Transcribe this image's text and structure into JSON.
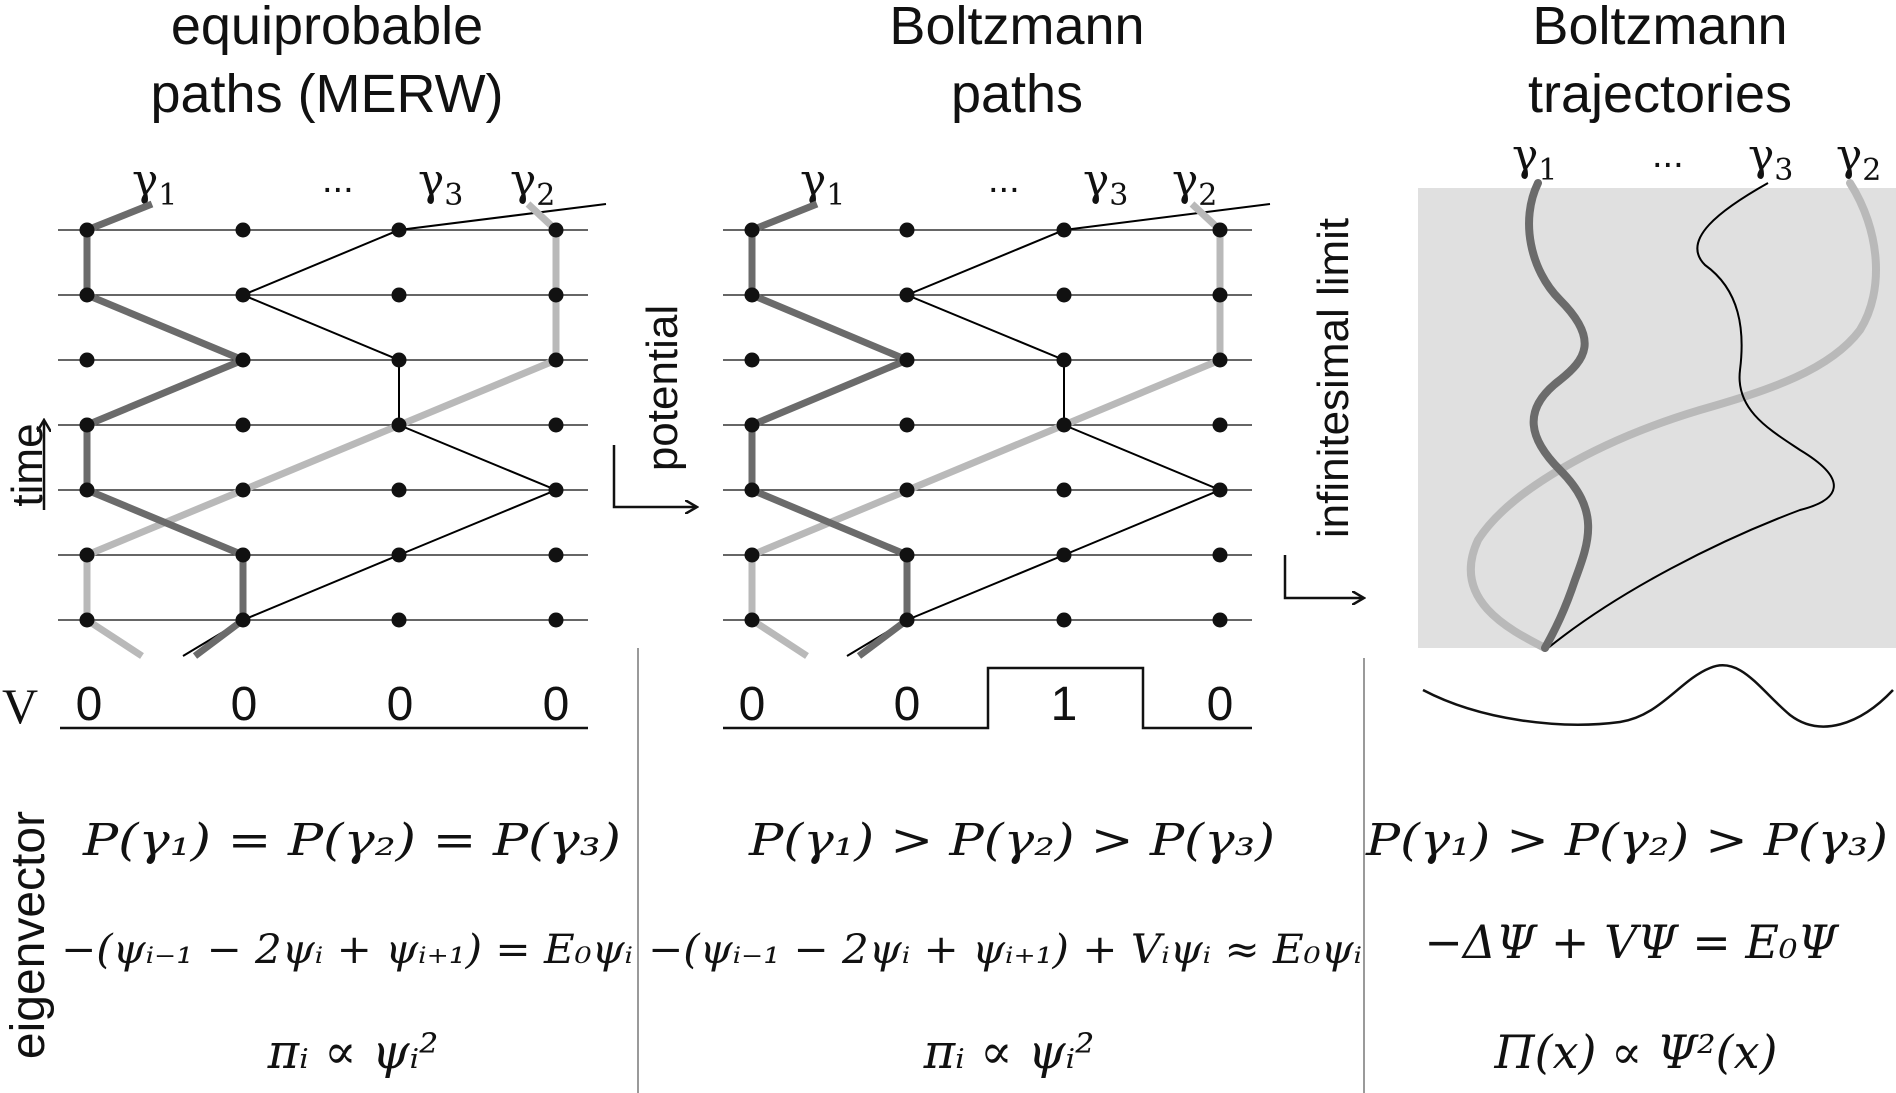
{
  "panels": [
    {
      "title_line1": "equiprobable",
      "title_line2": "paths (MERW)",
      "path_labels": {
        "g1": "γ",
        "g1_sub": "1",
        "dots": "...",
        "g3": "γ",
        "g3_sub": "3",
        "g2": "γ",
        "g2_sub": "2"
      },
      "potential": [
        "0",
        "0",
        "0",
        "0"
      ],
      "eq_prob": "P(γ₁) = P(γ₂) = P(γ₃)",
      "eq_eigen": "−(ψᵢ₋₁ − 2ψᵢ + ψᵢ₊₁) = E₀ψᵢ",
      "eq_stationary": "πᵢ ∝ ψᵢ²"
    },
    {
      "title_line1": "Boltzmann",
      "title_line2": "paths",
      "path_labels": {
        "g1": "γ",
        "g1_sub": "1",
        "dots": "...",
        "g3": "γ",
        "g3_sub": "3",
        "g2": "γ",
        "g2_sub": "2"
      },
      "potential": [
        "0",
        "0",
        "1",
        "0"
      ],
      "eq_prob": "P(γ₁) > P(γ₂) > P(γ₃)",
      "eq_eigen": "−(ψᵢ₋₁ − 2ψᵢ + ψᵢ₊₁) + Vᵢψᵢ ≈ E₀ψᵢ",
      "eq_stationary": "πᵢ ∝ ψᵢ²"
    },
    {
      "title_line1": "Boltzmann",
      "title_line2": "trajectories",
      "path_labels": {
        "g1": "γ",
        "g1_sub": "1",
        "dots": "...",
        "g3": "γ",
        "g3_sub": "3",
        "g2": "γ",
        "g2_sub": "2"
      },
      "eq_prob": "P(γ₁) > P(γ₂) > P(γ₃)",
      "eq_eigen": "−ΔΨ + VΨ = E₀Ψ",
      "eq_stationary": "Π(x) ∝ Ψ²(x)"
    }
  ],
  "side_labels": {
    "time": "time",
    "potential": "potential",
    "infinitesimal": "infinitesimal limit",
    "v_label": "V",
    "eigenvector": "eigenvector"
  },
  "colors": {
    "gamma1": "#6b6b6b",
    "gamma2": "#b9b9b9",
    "gamma3": "#000000",
    "continuum_bg": "#e0e0e0"
  }
}
